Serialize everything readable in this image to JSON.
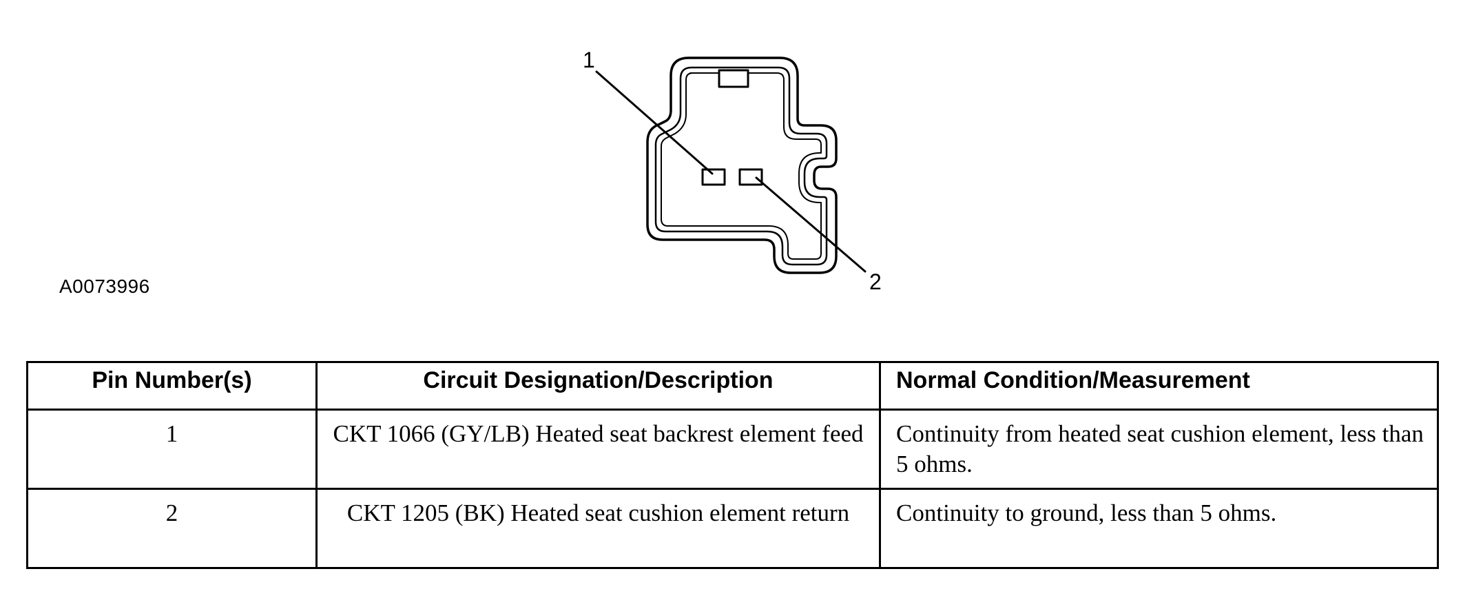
{
  "figure": {
    "id": "A0073996",
    "callouts": [
      "1",
      "2"
    ]
  },
  "table": {
    "headers": [
      "Pin Number(s)",
      "Circuit Designation/Description",
      "Normal Condition/Measurement"
    ],
    "rows": [
      {
        "pin": "1",
        "circuit": "CKT 1066 (GY/LB) Heated seat backrest element feed",
        "condition": "Continuity from heated seat cushion element, less than 5 ohms."
      },
      {
        "pin": "2",
        "circuit": "CKT 1205 (BK) Heated seat cushion element return",
        "condition": "Continuity to ground, less than 5 ohms."
      }
    ]
  }
}
